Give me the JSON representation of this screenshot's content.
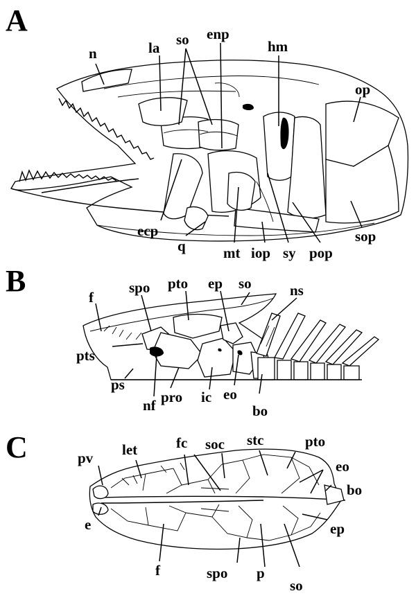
{
  "panels": [
    {
      "letter": "A",
      "labels": [
        "n",
        "la",
        "so",
        "enp",
        "hm",
        "op",
        "ecp",
        "q",
        "mt",
        "iop",
        "sy",
        "pop",
        "sop"
      ]
    },
    {
      "letter": "B",
      "labels": [
        "f",
        "spo",
        "pto",
        "ep",
        "so",
        "ns",
        "pts",
        "ps",
        "nf",
        "pro",
        "ic",
        "eo",
        "bo"
      ]
    },
    {
      "letter": "C",
      "labels": [
        "pv",
        "let",
        "fc",
        "soc",
        "stc",
        "pto",
        "eo",
        "bo",
        "e",
        "f",
        "spo",
        "p",
        "so",
        "ep"
      ]
    }
  ]
}
